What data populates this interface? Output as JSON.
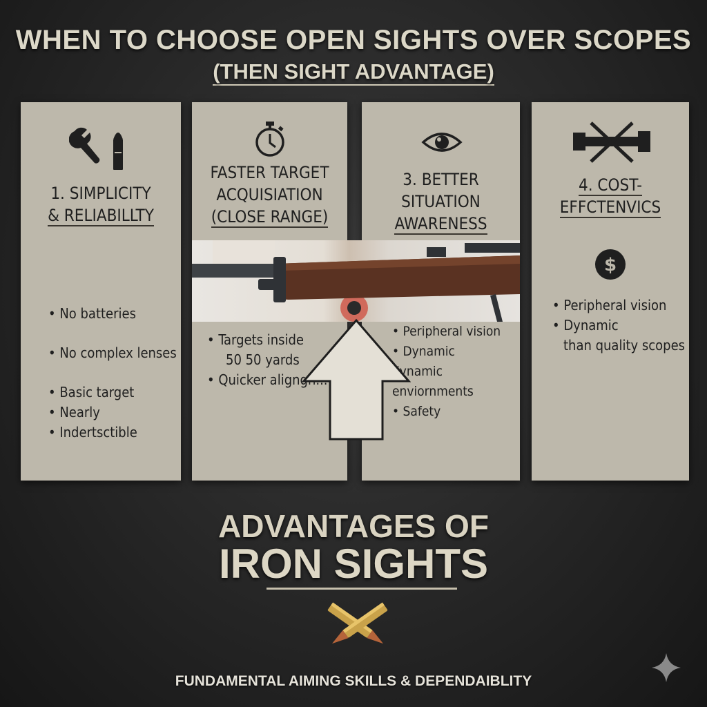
{
  "header": {
    "title": "WHEN TO CHOOSE OPEN SIGHTS OVER SCOPES",
    "subtitle": "(THEN SIGHT ADVANTAGE)"
  },
  "panels": [
    {
      "icon": "wrench-and-bullet-icon",
      "heading_line1": "1. SIMPLICITY",
      "heading_line2": "& RELIABILLTY",
      "bullets": [
        "No batteries",
        "No complex lenses",
        "Basic target",
        "Nearly",
        "Indertsctible"
      ]
    },
    {
      "icon": "stopwatch-icon",
      "heading_line1": "FASTER TARGET",
      "heading_line2": "ACQUISIATION",
      "heading_line3": "(CLOSE RANGE)",
      "bullets": [
        "Targets inside",
        "50 50 yards",
        "Quicker aligngn..."
      ]
    },
    {
      "icon": "eye-icon",
      "heading_line1": "3. BETTER",
      "heading_line2": "SITUATION",
      "heading_line3": "AWARENESS",
      "bullets": [
        "Peripheral vision",
        "Dynamic",
        "Eynamic enviornments",
        "Safety"
      ]
    },
    {
      "icon": "crossed-out-scope-icon",
      "heading_line1": "4. COST-EFFCTENVICS",
      "secondary_icon": "dollar-icon",
      "bullets": [
        "Peripheral vision",
        "Dynamic",
        "than quality scopes"
      ]
    }
  ],
  "banner": {
    "line1": "ADVANTAGES OF",
    "line2": "IRON SIGHTS",
    "emblem": "crossed-bullets-icon"
  },
  "footer": {
    "tagline": "FUNDAMENTAL AIMING SKILLS & DEPENDAIBLITY"
  },
  "colors": {
    "background": "#262626",
    "panel": "#bdb8ab",
    "title_text": "#dcd8c8",
    "panel_text": "#1f1f1f",
    "stock_wood": "#5a3222",
    "barrel_steel": "#3e4246"
  }
}
